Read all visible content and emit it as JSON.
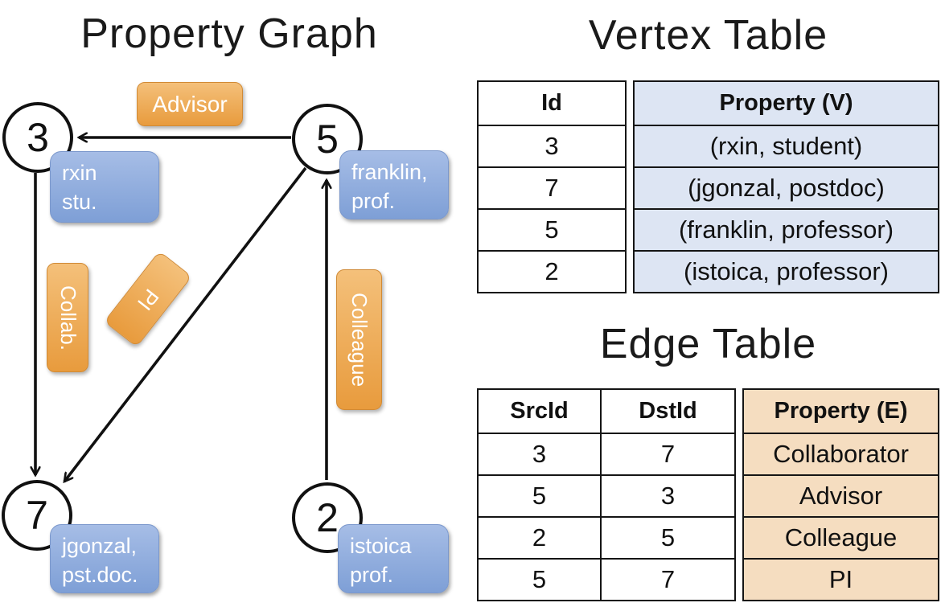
{
  "graph": {
    "title": "Property Graph",
    "nodes": [
      {
        "num": "3",
        "line1": "rxin",
        "line2": "stu."
      },
      {
        "num": "5",
        "line1": "franklin,",
        "line2": "prof."
      },
      {
        "num": "7",
        "line1": "jgonzal,",
        "line2": "pst.doc."
      },
      {
        "num": "2",
        "line1": "istoica",
        "line2": "prof."
      }
    ],
    "edge_labels": {
      "advisor": "Advisor",
      "collab": "Collab.",
      "pi": "PI",
      "colleague": "Colleague"
    }
  },
  "vertex_table": {
    "title": "Vertex Table",
    "headers": {
      "id": "Id",
      "property": "Property (V)"
    },
    "rows": [
      {
        "id": "3",
        "property": "(rxin, student)"
      },
      {
        "id": "7",
        "property": "(jgonzal, postdoc)"
      },
      {
        "id": "5",
        "property": "(franklin, professor)"
      },
      {
        "id": "2",
        "property": "(istoica, professor)"
      }
    ]
  },
  "edge_table": {
    "title": "Edge Table",
    "headers": {
      "src": "SrcId",
      "dst": "DstId",
      "property": "Property (E)"
    },
    "rows": [
      {
        "src": "3",
        "dst": "7",
        "property": "Collaborator"
      },
      {
        "src": "5",
        "dst": "3",
        "property": "Advisor"
      },
      {
        "src": "2",
        "dst": "5",
        "property": "Colleague"
      },
      {
        "src": "5",
        "dst": "7",
        "property": "PI"
      }
    ]
  },
  "colors": {
    "edge_label_orange": "#eda54f",
    "vertex_label_blue": "#8aa7db",
    "vertex_cell_bg": "#dde5f3",
    "edge_cell_bg": "#f5ddc0",
    "ink": "#111111"
  }
}
